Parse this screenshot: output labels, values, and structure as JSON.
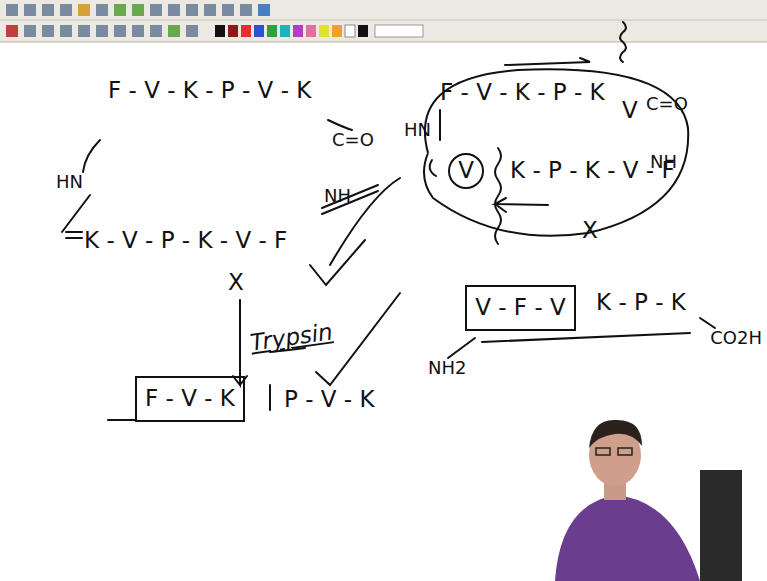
{
  "diagram": {
    "nodes": [
      {
        "text": [
          "HN",
          "F - V - K - P - K",
          "V",
          "C=O",
          "NH",
          "K - P - K - V - F"
        ]
      },
      {
        "text": [
          "V"
        ],
        "in": 0
      },
      {
        "text": [
          "V - F - V"
        ]
      },
      {
        "text": [
          "F - V - K"
        ]
      }
    ],
    "labels": [
      "F - V - K - P - V - K",
      "HN",
      "K - V - P - K - V - F",
      "C=O",
      "NH",
      "X",
      "Trypsin",
      "P - V - K",
      "X",
      "K - P - K",
      "NH2",
      "CO2H"
    ]
  }
}
